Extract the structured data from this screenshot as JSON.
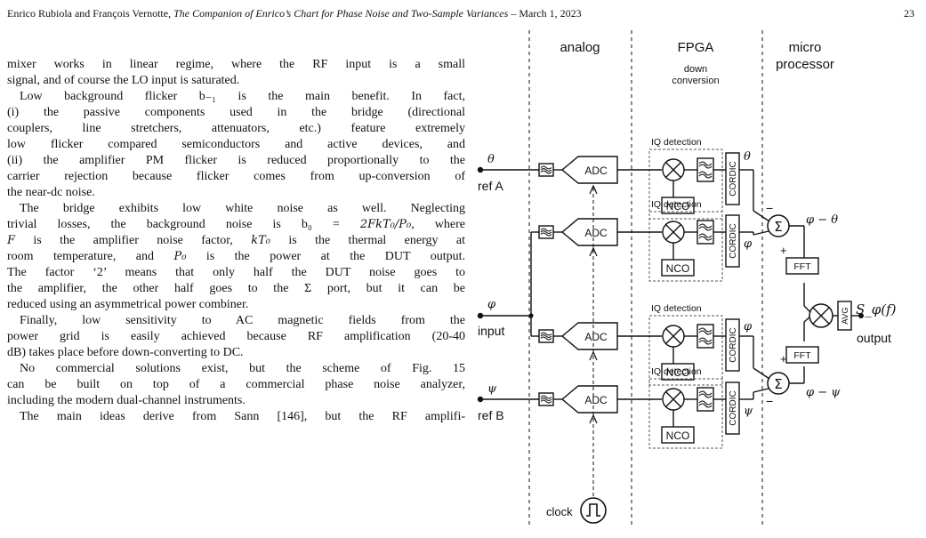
{
  "header": {
    "authors": "Enrico Rubiola and François Vernotte, ",
    "title": "The Companion of Enrico’s Chart for Phase Noise and Two-Sample Variances",
    "date": " – March 1, 2023",
    "page_number": "23"
  },
  "body": {
    "p1": [
      "mixer works in linear regime, where the RF input is a small",
      "signal, and of course the LO input is saturated."
    ],
    "p2": [
      "Low background flicker b₋₁ is the main benefit. In fact,",
      "(i) the passive components used in the bridge (directional",
      "couplers, line stretchers, attenuators, etc.) feature extremely",
      "low flicker compared semiconductors and active devices, and",
      "(ii) the amplifier PM flicker is reduced proportionally to the",
      "carrier rejection because flicker comes from up-conversion of",
      "the near-dc noise."
    ],
    "p3": {
      "l1": "The bridge exhibits low white noise as well. Neglecting",
      "l2_pre": "trivial losses, the background noise is b₀ = ",
      "l2_math": "2FkT₀/P₀",
      "l2_post": ", where",
      "l3_a": "F",
      "l3_b": " is the amplifier noise factor, ",
      "l3_c": "kT₀",
      "l3_d": " is the thermal energy at",
      "l4_pre": "room temperature, and ",
      "l4_math": "P₀",
      "l4_post": " is the power at the DUT output.",
      "l5": "The factor ‘2’ means that only half the DUT noise goes to",
      "l6": "the amplifier, the other half goes to the Σ port, but it can be",
      "l7": "reduced using an asymmetrical power combiner."
    },
    "p4": [
      "Finally, low sensitivity to AC magnetic fields from the",
      "power grid is easily achieved because RF amplification (20-40",
      "dB) takes place before down-converting to DC."
    ],
    "p5": [
      "No commercial solutions exist, but the scheme of Fig. 15",
      "can be built on top of a commercial phase noise analyzer,",
      "including the modern dual-channel instruments."
    ],
    "p6": "The main ideas derive from Sann [146], but the RF amplifi-"
  },
  "figure": {
    "sections": {
      "analog": "analog",
      "fpga": "FPGA",
      "micro1": "micro",
      "micro2": "processor"
    },
    "down1": "down",
    "down2": "conversion",
    "iq_detection": "IQ detection",
    "adc": "ADC",
    "nco": "NCO",
    "cordic": "CORDIC",
    "fft": "FFT",
    "avg": "AVG",
    "sum": "Σ",
    "theta": "θ",
    "phi": "φ",
    "psi": "ψ",
    "ref_a": "ref A",
    "ref_b": "ref B",
    "input": "input",
    "output": "output",
    "clock": "clock",
    "phi_minus_theta": "φ − θ",
    "phi_minus_psi": "φ − ψ",
    "output_expr": "S_φ(f)",
    "minus": "−",
    "plus": "+"
  }
}
